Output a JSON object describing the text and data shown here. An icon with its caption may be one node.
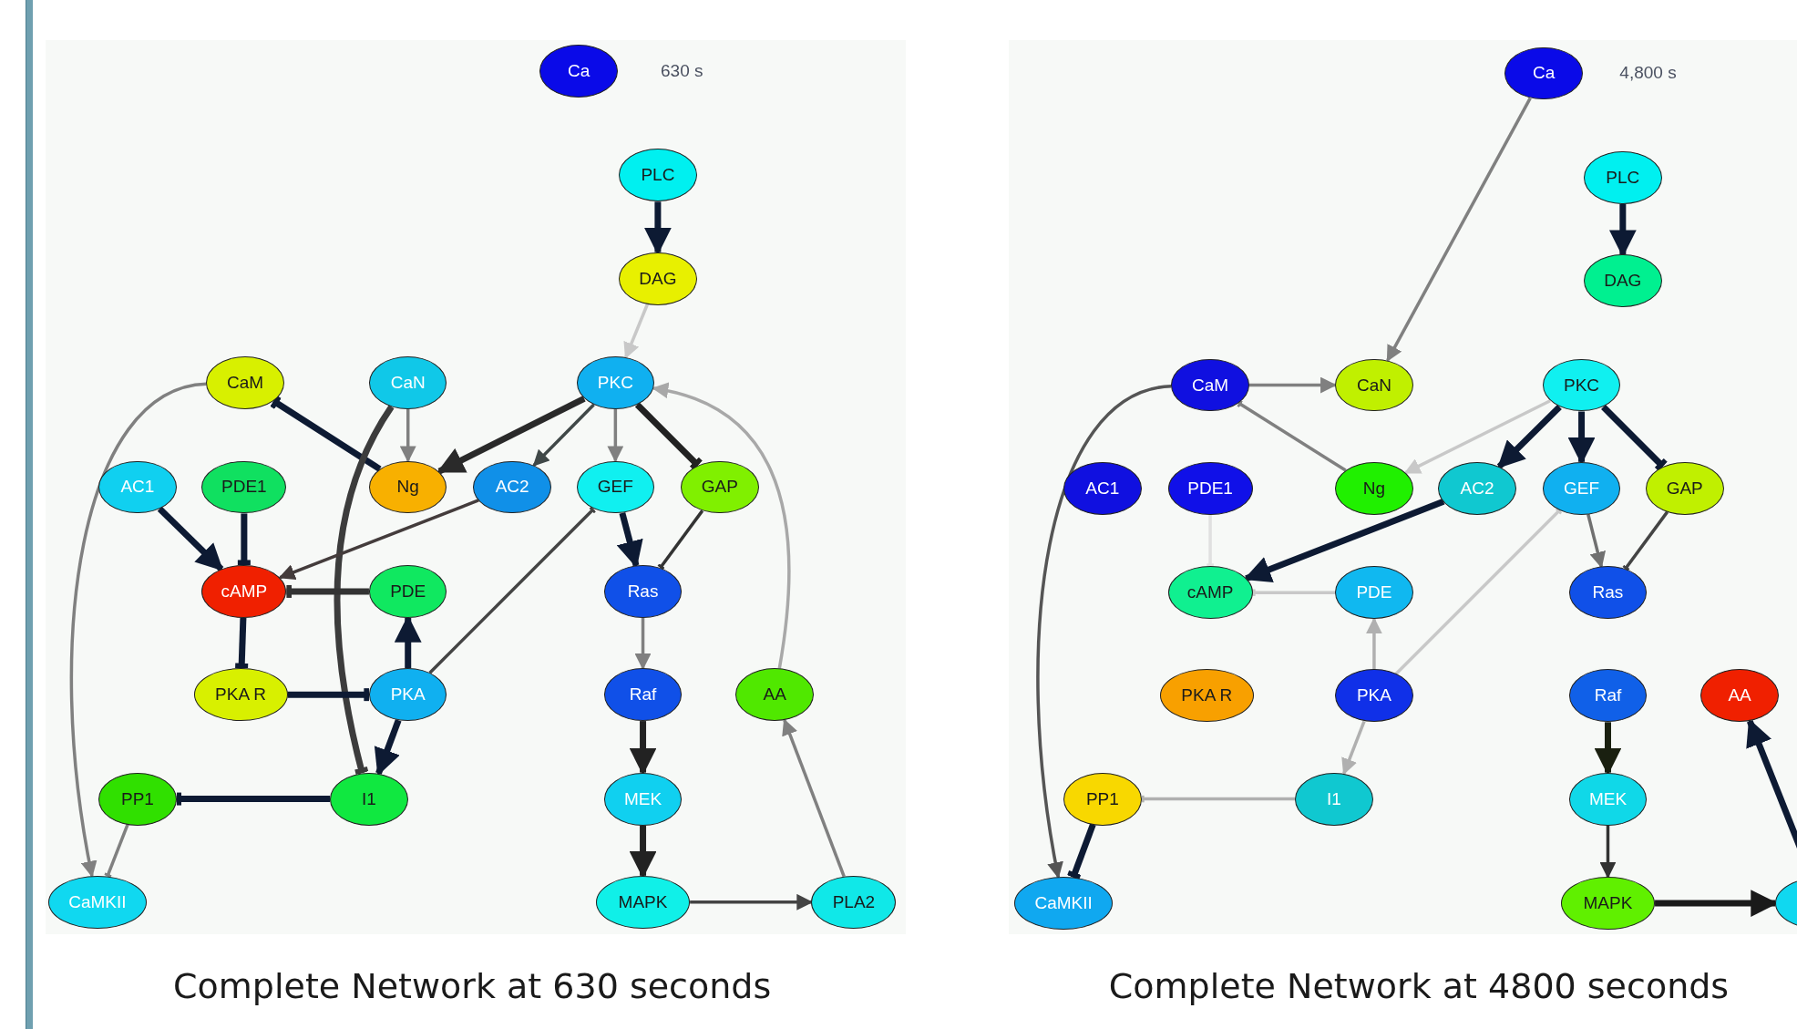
{
  "diagram": {
    "nodes": [
      {
        "text": [
          "Ca"
        ]
      },
      {
        "text": [
          "PLC"
        ]
      },
      {
        "text": [
          "DAG"
        ]
      },
      {
        "text": [
          "CaM"
        ]
      },
      {
        "text": [
          "CaN"
        ]
      },
      {
        "text": [
          "PKC"
        ]
      },
      {
        "text": [
          "AC1"
        ]
      },
      {
        "text": [
          "PDE1"
        ]
      },
      {
        "text": [
          "Ng"
        ]
      },
      {
        "text": [
          "AC2"
        ]
      },
      {
        "text": [
          "GEF"
        ]
      },
      {
        "text": [
          "GAP"
        ]
      },
      {
        "text": [
          "cAMP"
        ]
      },
      {
        "text": [
          "PDE"
        ]
      },
      {
        "text": [
          "Ras"
        ]
      },
      {
        "text": [
          "PKA R"
        ]
      },
      {
        "text": [
          "PKA"
        ]
      },
      {
        "text": [
          "Raf"
        ]
      },
      {
        "text": [
          "AA"
        ]
      },
      {
        "text": [
          "PP1"
        ]
      },
      {
        "text": [
          "I1"
        ]
      },
      {
        "text": [
          "MEK"
        ]
      },
      {
        "text": [
          "CaMKII"
        ]
      },
      {
        "text": [
          "MAPK"
        ]
      },
      {
        "text": [
          "PLA2"
        ]
      },
      {
        "text": [
          "Ca"
        ]
      },
      {
        "text": [
          "PLC"
        ]
      },
      {
        "text": [
          "DAG"
        ]
      },
      {
        "text": [
          "CaM"
        ]
      },
      {
        "text": [
          "CaN"
        ]
      },
      {
        "text": [
          "PKC"
        ]
      },
      {
        "text": [
          "AC1"
        ]
      },
      {
        "text": [
          "PDE1"
        ]
      },
      {
        "text": [
          "Ng"
        ]
      },
      {
        "text": [
          "AC2"
        ]
      },
      {
        "text": [
          "GEF"
        ]
      },
      {
        "text": [
          "GAP"
        ]
      },
      {
        "text": [
          "cAMP"
        ]
      },
      {
        "text": [
          "PDE"
        ]
      },
      {
        "text": [
          "Ras"
        ]
      },
      {
        "text": [
          "PKA R"
        ]
      },
      {
        "text": [
          "PKA"
        ]
      },
      {
        "text": [
          "Raf"
        ]
      },
      {
        "text": [
          "AA"
        ]
      },
      {
        "text": [
          "PP1"
        ]
      },
      {
        "text": [
          "I1"
        ]
      },
      {
        "text": [
          "MEK"
        ]
      },
      {
        "text": [
          "CaMKII"
        ]
      },
      {
        "text": [
          "MAPK"
        ]
      },
      {
        "text": [],
        "shape": "circle"
      }
    ],
    "edges": [
      {
        "from": 1,
        "to": 2,
        "arrow": "to",
        "style": "thick",
        "color": "#0d1a33"
      },
      {
        "from": 2,
        "to": 5,
        "arrow": "to",
        "color": "#c8c8c8"
      },
      {
        "from": 8,
        "to": 3,
        "arrow": "other",
        "style": "thick",
        "color": "#0d1a33"
      },
      {
        "from": 4,
        "to": 8,
        "arrow": "to",
        "color": "#808080"
      },
      {
        "from": 4,
        "to": 20,
        "arrow": "other",
        "style": "thick",
        "color": "#3c3c3c"
      },
      {
        "from": 5,
        "to": 8,
        "arrow": "to",
        "style": "thick",
        "color": "#2a2a2a"
      },
      {
        "from": 5,
        "to": 9,
        "arrow": "to",
        "color": "#404848"
      },
      {
        "from": 5,
        "to": 10,
        "arrow": "to",
        "color": "#808080"
      },
      {
        "from": 5,
        "to": 11,
        "arrow": "other",
        "style": "thick",
        "color": "#222222"
      },
      {
        "from": 18,
        "to": 5,
        "arrow": "to",
        "color": "#a8a8a8"
      },
      {
        "from": 3,
        "to": 22,
        "arrow": "to",
        "color": "#808080"
      },
      {
        "from": 6,
        "to": 12,
        "arrow": "to",
        "style": "thick",
        "color": "#0d1a33"
      },
      {
        "from": 7,
        "to": 12,
        "arrow": "other",
        "style": "thick",
        "color": "#0d1a33"
      },
      {
        "from": 9,
        "to": 12,
        "arrow": "to",
        "color": "#443c3c"
      },
      {
        "from": 13,
        "to": 12,
        "arrow": "other",
        "style": "thick",
        "color": "#333333"
      },
      {
        "from": 12,
        "to": 15,
        "arrow": "other",
        "style": "thick",
        "color": "#0d1a33"
      },
      {
        "from": 15,
        "to": 16,
        "arrow": "other",
        "style": "thick",
        "color": "#0d1a33"
      },
      {
        "from": 16,
        "to": 13,
        "arrow": "to",
        "style": "thick",
        "color": "#0d1a33"
      },
      {
        "from": 16,
        "to": 10,
        "arrow": "other",
        "color": "#444444"
      },
      {
        "from": 16,
        "to": 20,
        "arrow": "to",
        "style": "thick",
        "color": "#0d1a33"
      },
      {
        "from": 20,
        "to": 19,
        "arrow": "other",
        "style": "thick",
        "color": "#0d1a33"
      },
      {
        "from": 19,
        "to": 22,
        "arrow": "other",
        "color": "#808080"
      },
      {
        "from": 10,
        "to": 14,
        "arrow": "to",
        "style": "thick",
        "color": "#0d1a33"
      },
      {
        "from": 11,
        "to": 14,
        "arrow": "other",
        "color": "#333333"
      },
      {
        "from": 14,
        "to": 17,
        "arrow": "to",
        "color": "#808080"
      },
      {
        "from": 17,
        "to": 21,
        "arrow": "to",
        "style": "thick",
        "color": "#222222"
      },
      {
        "from": 21,
        "to": 23,
        "arrow": "to",
        "style": "thick",
        "color": "#222222"
      },
      {
        "from": 23,
        "to": 24,
        "arrow": "to",
        "color": "#444444"
      },
      {
        "from": 24,
        "to": 18,
        "arrow": "to",
        "color": "#808080"
      },
      {
        "from": 25,
        "to": 29,
        "arrow": "to",
        "color": "#808080"
      },
      {
        "from": 26,
        "to": 27,
        "arrow": "to",
        "style": "thick",
        "color": "#0d1a33"
      },
      {
        "from": 28,
        "to": 29,
        "arrow": "to",
        "color": "#808080"
      },
      {
        "from": 33,
        "to": 28,
        "arrow": "other",
        "color": "#808080"
      },
      {
        "from": 30,
        "to": 33,
        "arrow": "to",
        "color": "#c8c8c8"
      },
      {
        "from": 30,
        "to": 34,
        "arrow": "to",
        "style": "thick",
        "color": "#0d1a33"
      },
      {
        "from": 30,
        "to": 35,
        "arrow": "to",
        "style": "thick",
        "color": "#0d1a33"
      },
      {
        "from": 30,
        "to": 36,
        "arrow": "other",
        "style": "thick",
        "color": "#0d1a33"
      },
      {
        "from": 28,
        "to": 47,
        "arrow": "to",
        "color": "#555555"
      },
      {
        "from": 32,
        "to": 37,
        "arrow": "other",
        "color": "#e0e0e0"
      },
      {
        "from": 34,
        "to": 37,
        "arrow": "to",
        "style": "thick",
        "color": "#0d1a33"
      },
      {
        "from": 38,
        "to": 37,
        "arrow": "other",
        "color": "#c8c8c8"
      },
      {
        "from": 41,
        "to": 38,
        "arrow": "to",
        "color": "#b0b0b0"
      },
      {
        "from": 41,
        "to": 35,
        "arrow": "other",
        "color": "#c8c8c8"
      },
      {
        "from": 41,
        "to": 45,
        "arrow": "to",
        "color": "#b0b0b0"
      },
      {
        "from": 45,
        "to": 44,
        "arrow": "other",
        "color": "#b0b0b0"
      },
      {
        "from": 44,
        "to": 47,
        "arrow": "other",
        "style": "thick",
        "color": "#0d1a33"
      },
      {
        "from": 35,
        "to": 39,
        "arrow": "to",
        "color": "#707070"
      },
      {
        "from": 36,
        "to": 39,
        "arrow": "other",
        "color": "#444444"
      },
      {
        "from": 42,
        "to": 46,
        "arrow": "to",
        "style": "thick",
        "color": "#1a2010"
      },
      {
        "from": 46,
        "to": 48,
        "arrow": "to",
        "color": "#333333"
      },
      {
        "from": 48,
        "to": 49,
        "arrow": "to",
        "style": "thick",
        "color": "#1a1a1a"
      },
      {
        "from": 49,
        "to": 43,
        "arrow": "to",
        "style": "thick",
        "color": "#0d1a33"
      }
    ],
    "labels": [
      "630 s",
      "4,800 s",
      "Complete Network at 630 seconds",
      "Complete Network at 4800 seconds"
    ]
  }
}
